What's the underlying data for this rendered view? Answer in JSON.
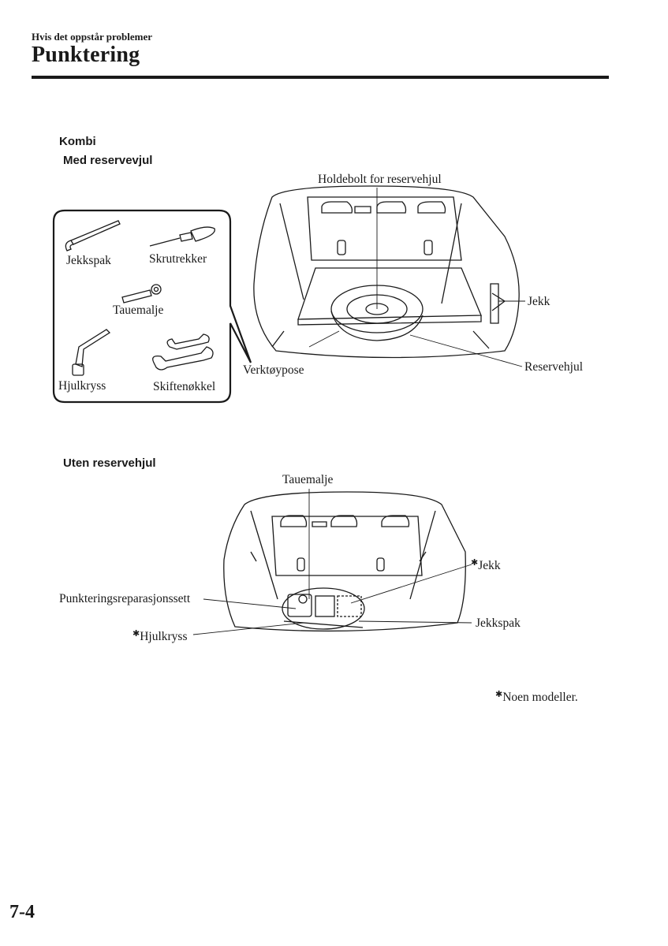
{
  "header": {
    "chapter": "Hvis det oppstår problemer",
    "title": "Punktering"
  },
  "section_kombi": {
    "heading": "Kombi",
    "subheading": "Med reservevjul"
  },
  "figure_with_spare": {
    "labels": {
      "spare_bolt": "Holdebolt for reservehjul",
      "jack": "Jekk",
      "spare_wheel": "Reservehjul",
      "tool_bag": "Verktøypose"
    },
    "tools": {
      "jack_handle": "Jekkspak",
      "screwdriver": "Skrutrekker",
      "towing_eye": "Tauemalje",
      "lug_wrench": "Hjulkryss",
      "spanner": "Skiftenøkkel"
    }
  },
  "section_without": {
    "heading": "Uten reservehjul"
  },
  "figure_without_spare": {
    "labels": {
      "towing_eye": "Tauemalje",
      "jack": "Jekk",
      "repair_kit": "Punkteringsreparasjonssett",
      "lug_wrench": "Hjulkryss",
      "jack_handle": "Jekkspak"
    },
    "asterisk": "✱"
  },
  "footnote": {
    "asterisk": "✱",
    "text": "Noen modeller."
  },
  "footer": {
    "page_number": "7-4"
  }
}
